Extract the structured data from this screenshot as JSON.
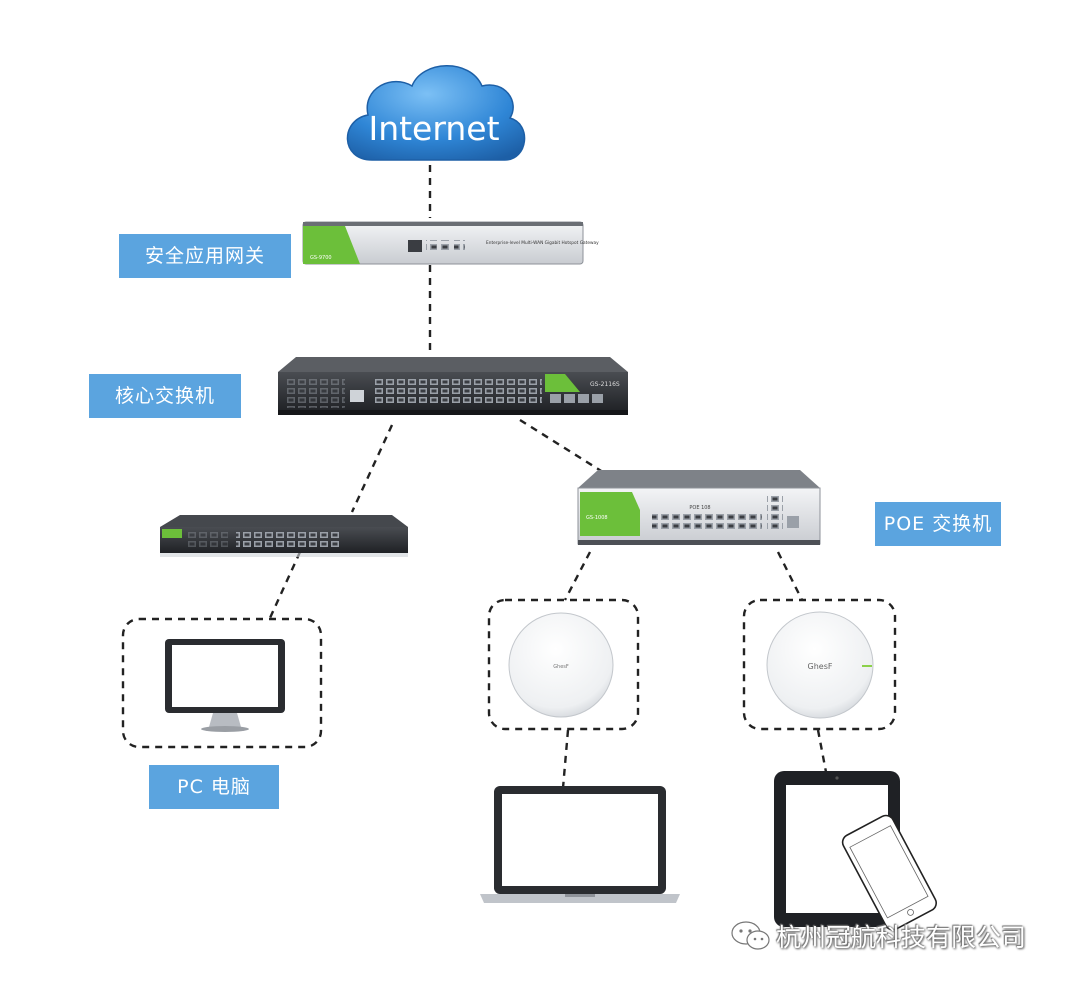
{
  "diagram": {
    "cloud_label": "Internet",
    "labels": {
      "gateway": "安全应用网关",
      "core_switch": "核心交换机",
      "poe_switch": "POE 交换机",
      "pc": "PC 电脑"
    },
    "device_text": {
      "gateway_model": "GS-9700",
      "gateway_desc": "Enterprise-level Multi-WAN Gigabit Hotspot Gateway",
      "core_model": "GS-2116S",
      "poe_model": "GS-1008",
      "poe_title": "POE 108",
      "ap_brand": "GhesF"
    },
    "watermark": "杭州冠航科技有限公司"
  },
  "colors": {
    "label_bg": "#5ba4df",
    "brand_green": "#6cbf3a",
    "cloud_blue": "#2f86d6",
    "device_dark": "#2b2d31"
  }
}
